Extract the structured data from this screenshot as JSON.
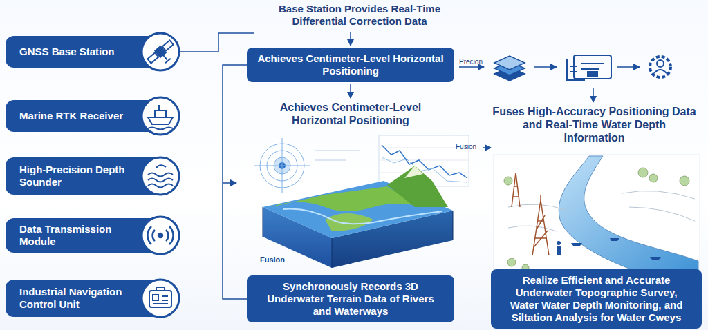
{
  "diagram": {
    "nodes": [
      {
        "text": [
          "GNSS Base Station"
        ]
      },
      {
        "text": [
          "Marine RTK Receiver"
        ]
      },
      {
        "text": [
          "High-Precision Depth Sounder"
        ]
      },
      {
        "text": [
          "Data Transmission Module"
        ]
      },
      {
        "text": [
          "Industrial Navigation Control Unit"
        ]
      },
      {
        "text": [
          "Achieves Centimeter-Level Horizontal Positioning"
        ]
      },
      {
        "text": [
          "Synchronously Records 3D Underwater Terrain Data of Rivers and Waterways"
        ]
      },
      {
        "text": [
          "Realize Efficient and Accurate Underwater Topographic Survey, Water Water Depth Monitoring, and Siltation Analysis for Water Cweys"
        ]
      }
    ],
    "edges": [
      {
        "from": 5,
        "to": 6,
        "arrow": "none"
      }
    ],
    "labels": [
      "Base Station Provides Real-Time Differential Correction Data",
      "Achieves Centimeter-Level Horizontal Positioning",
      "Precion",
      "Fuses High-Accuracy Positioning Data and Real-Time Water Depth Information",
      "Fusion",
      "Fusion"
    ]
  }
}
